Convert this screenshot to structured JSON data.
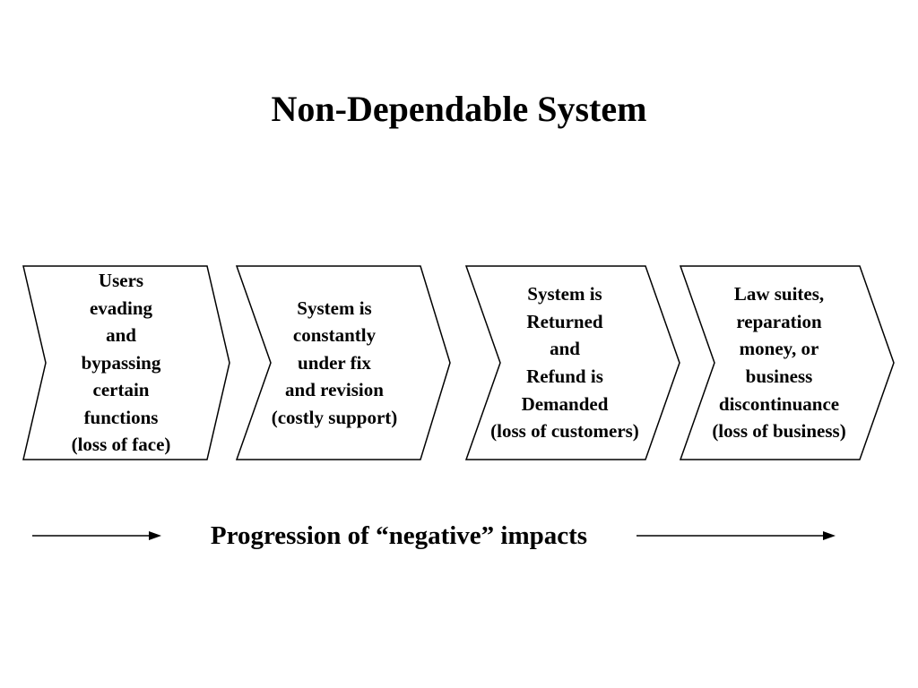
{
  "title": "Non-Dependable System",
  "stages": [
    {
      "text": "Users\nevading\nand\nbypassing\ncertain\nfunctions\n(loss of face)"
    },
    {
      "text": "System is\nconstantly\nunder fix\nand revision\n(costly support)"
    },
    {
      "text": "System is\nReturned\nand\nRefund is\nDemanded\n(loss of customers)"
    },
    {
      "text": "Law suites,\nreparation\nmoney, or\nbusiness\ndiscontinuance\n(loss of business)"
    }
  ],
  "progression": {
    "label": "Progression of “negative” impacts"
  }
}
